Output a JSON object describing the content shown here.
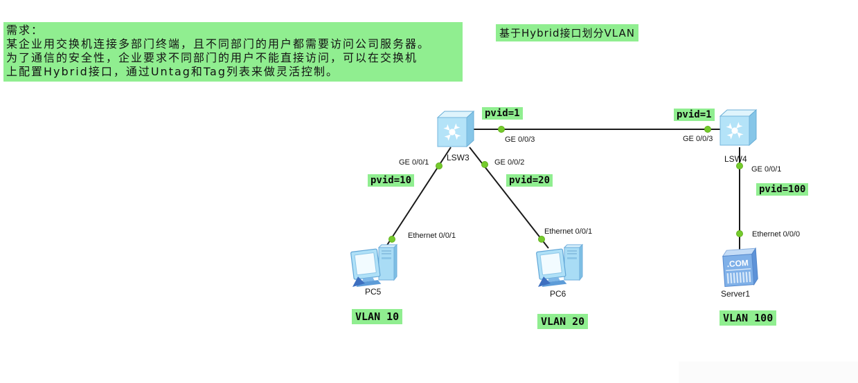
{
  "note": {
    "lines": [
      "需求：",
      "某企业用交换机连接多部门终端，且不同部门的用户都需要访问公司服务器。",
      "为了通信的安全性，企业要求不同部门的用户不能直接访问，可以在交换机",
      "上配置Hybrid接口，通过Untag和Tag列表来做灵活控制。"
    ]
  },
  "title": "基于Hybrid接口划分VLAN",
  "colors": {
    "annotation_highlight": "#90ee90",
    "port_dot_green": "#75cb2d",
    "link_line": "#1a1a1a",
    "device_blue": "#a9dcf5",
    "server_blue": "#7fb0e8"
  },
  "nodes": {
    "lsw3": {
      "name": "LSW3",
      "type": "switch"
    },
    "lsw4": {
      "name": "LSW4",
      "type": "switch"
    },
    "pc5": {
      "name": "PC5",
      "type": "pc",
      "vlan_note": "VLAN 10"
    },
    "pc6": {
      "name": "PC6",
      "type": "pc",
      "vlan_note": "VLAN 20"
    },
    "server1": {
      "name": "Server1",
      "type": "server",
      "vlan_note": "VLAN 100"
    }
  },
  "links": [
    {
      "from": "LSW3",
      "from_port": "GE 0/0/3",
      "from_pvid_note": "pvid=1",
      "to": "LSW4",
      "to_port": "GE 0/0/3",
      "to_pvid_note": "pvid=1"
    },
    {
      "from": "LSW3",
      "from_port": "GE 0/0/1",
      "from_pvid_note": "pvid=10",
      "to": "PC5",
      "to_port": "Ethernet 0/0/1"
    },
    {
      "from": "LSW3",
      "from_port": "GE 0/0/2",
      "from_pvid_note": "pvid=20",
      "to": "PC6",
      "to_port": "Ethernet 0/0/1"
    },
    {
      "from": "LSW4",
      "from_port": "GE 0/0/1",
      "from_pvid_note": "pvid=100",
      "to": "Server1",
      "to_port": "Ethernet 0/0/0"
    }
  ]
}
